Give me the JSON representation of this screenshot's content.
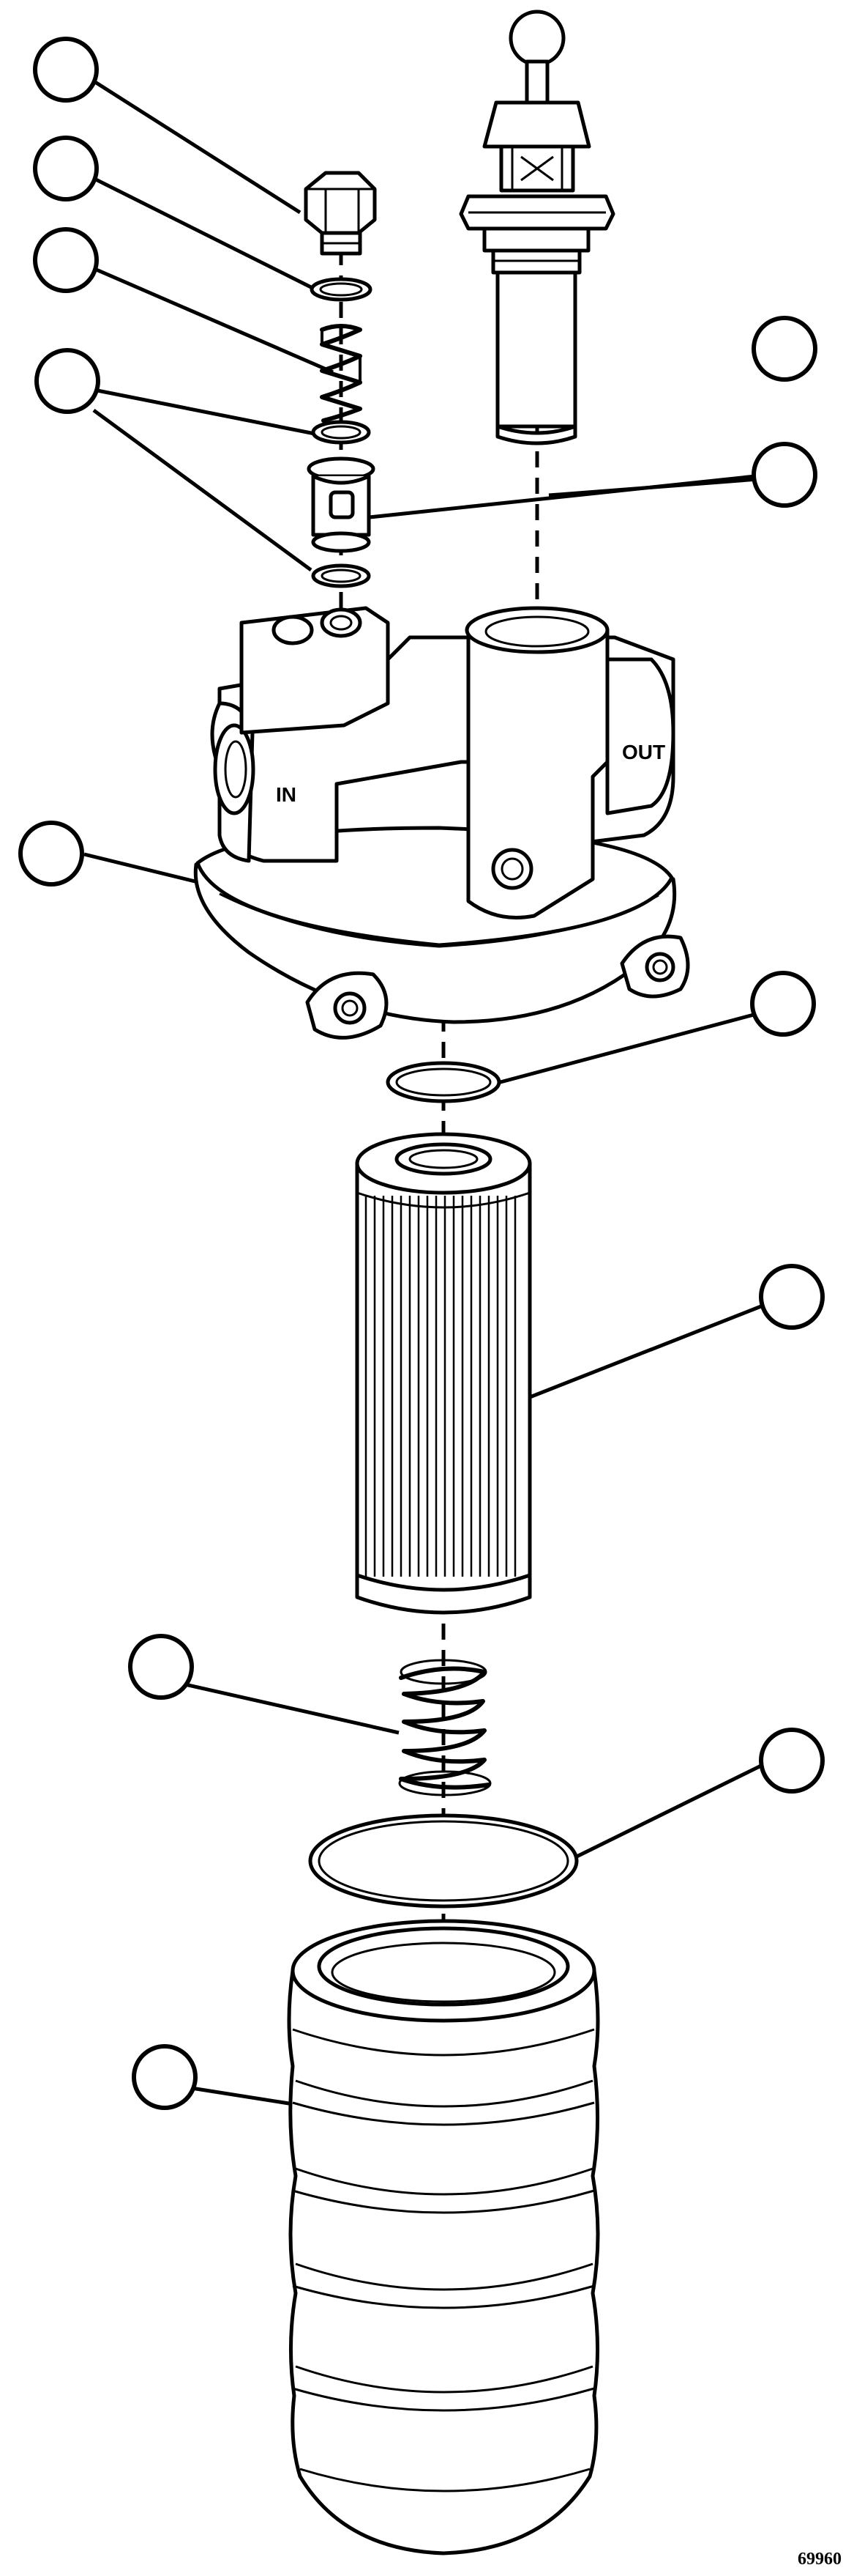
{
  "diagram": {
    "type": "exploded parts view",
    "port_labels": {
      "inlet": "IN",
      "outlet": "OUT"
    },
    "figure_number": "69960",
    "callout_count": 12
  },
  "colors": {
    "ink": "#000000",
    "background": "#ffffff"
  }
}
